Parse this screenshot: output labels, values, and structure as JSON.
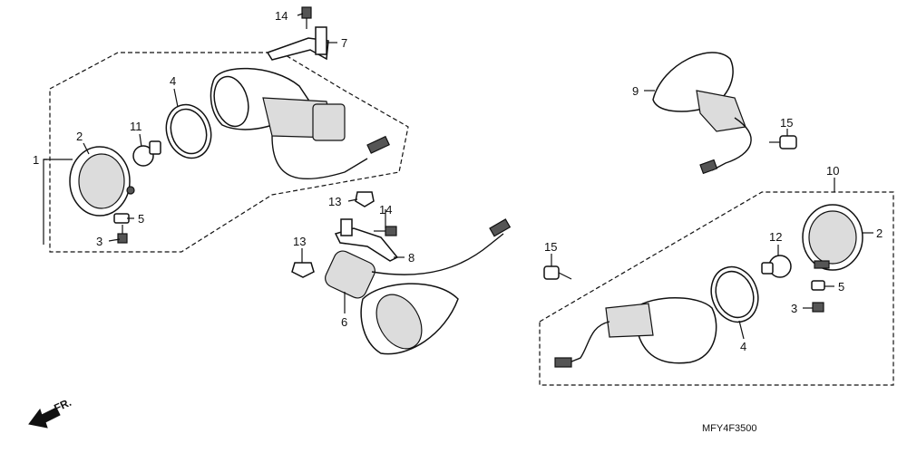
{
  "callouts": {
    "c1": "1",
    "c2a": "2",
    "c3a": "3",
    "c4a": "4",
    "c5a": "5",
    "c11": "11",
    "c14a": "14",
    "c7": "7",
    "c13a": "13",
    "c14b": "14",
    "c8": "8",
    "c13b": "13",
    "c6": "6",
    "c9": "9",
    "c15a": "15",
    "c10": "10",
    "c2b": "2",
    "c12": "12",
    "c5b": "5",
    "c3b": "3",
    "c4b": "4",
    "c15b": "15"
  },
  "direction_label": "FR.",
  "diagram_code": "MFY4F3500"
}
